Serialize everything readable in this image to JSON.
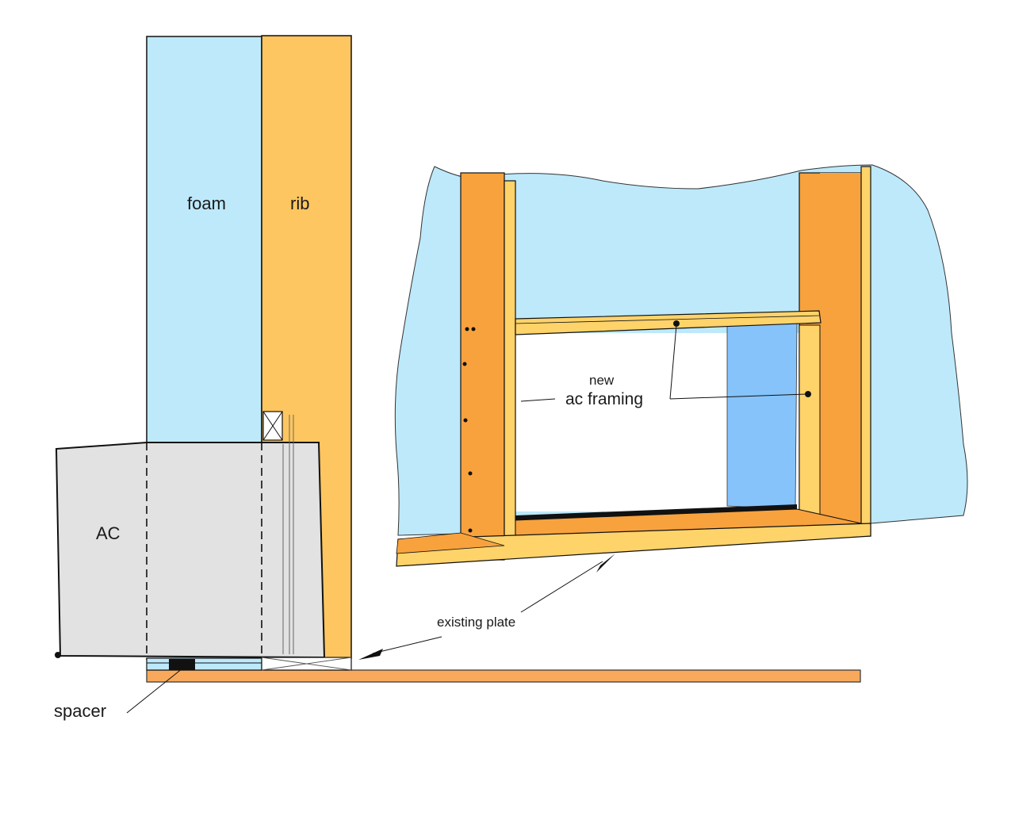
{
  "labels": {
    "foam": "foam",
    "rib": "rib",
    "ac": "AC",
    "spacer": "spacer",
    "existing_plate": "existing plate",
    "new": "new",
    "ac_framing": "ac framing"
  },
  "colors": {
    "foam": "#bde9fb",
    "rib": "#fdc660",
    "ac_body": "#e2e2e2",
    "plate": "#f9a95c",
    "stud": "#f8a23e",
    "trim": "#fdd36a",
    "shadow_foam": "#86c3fb",
    "outline": "#111111"
  }
}
